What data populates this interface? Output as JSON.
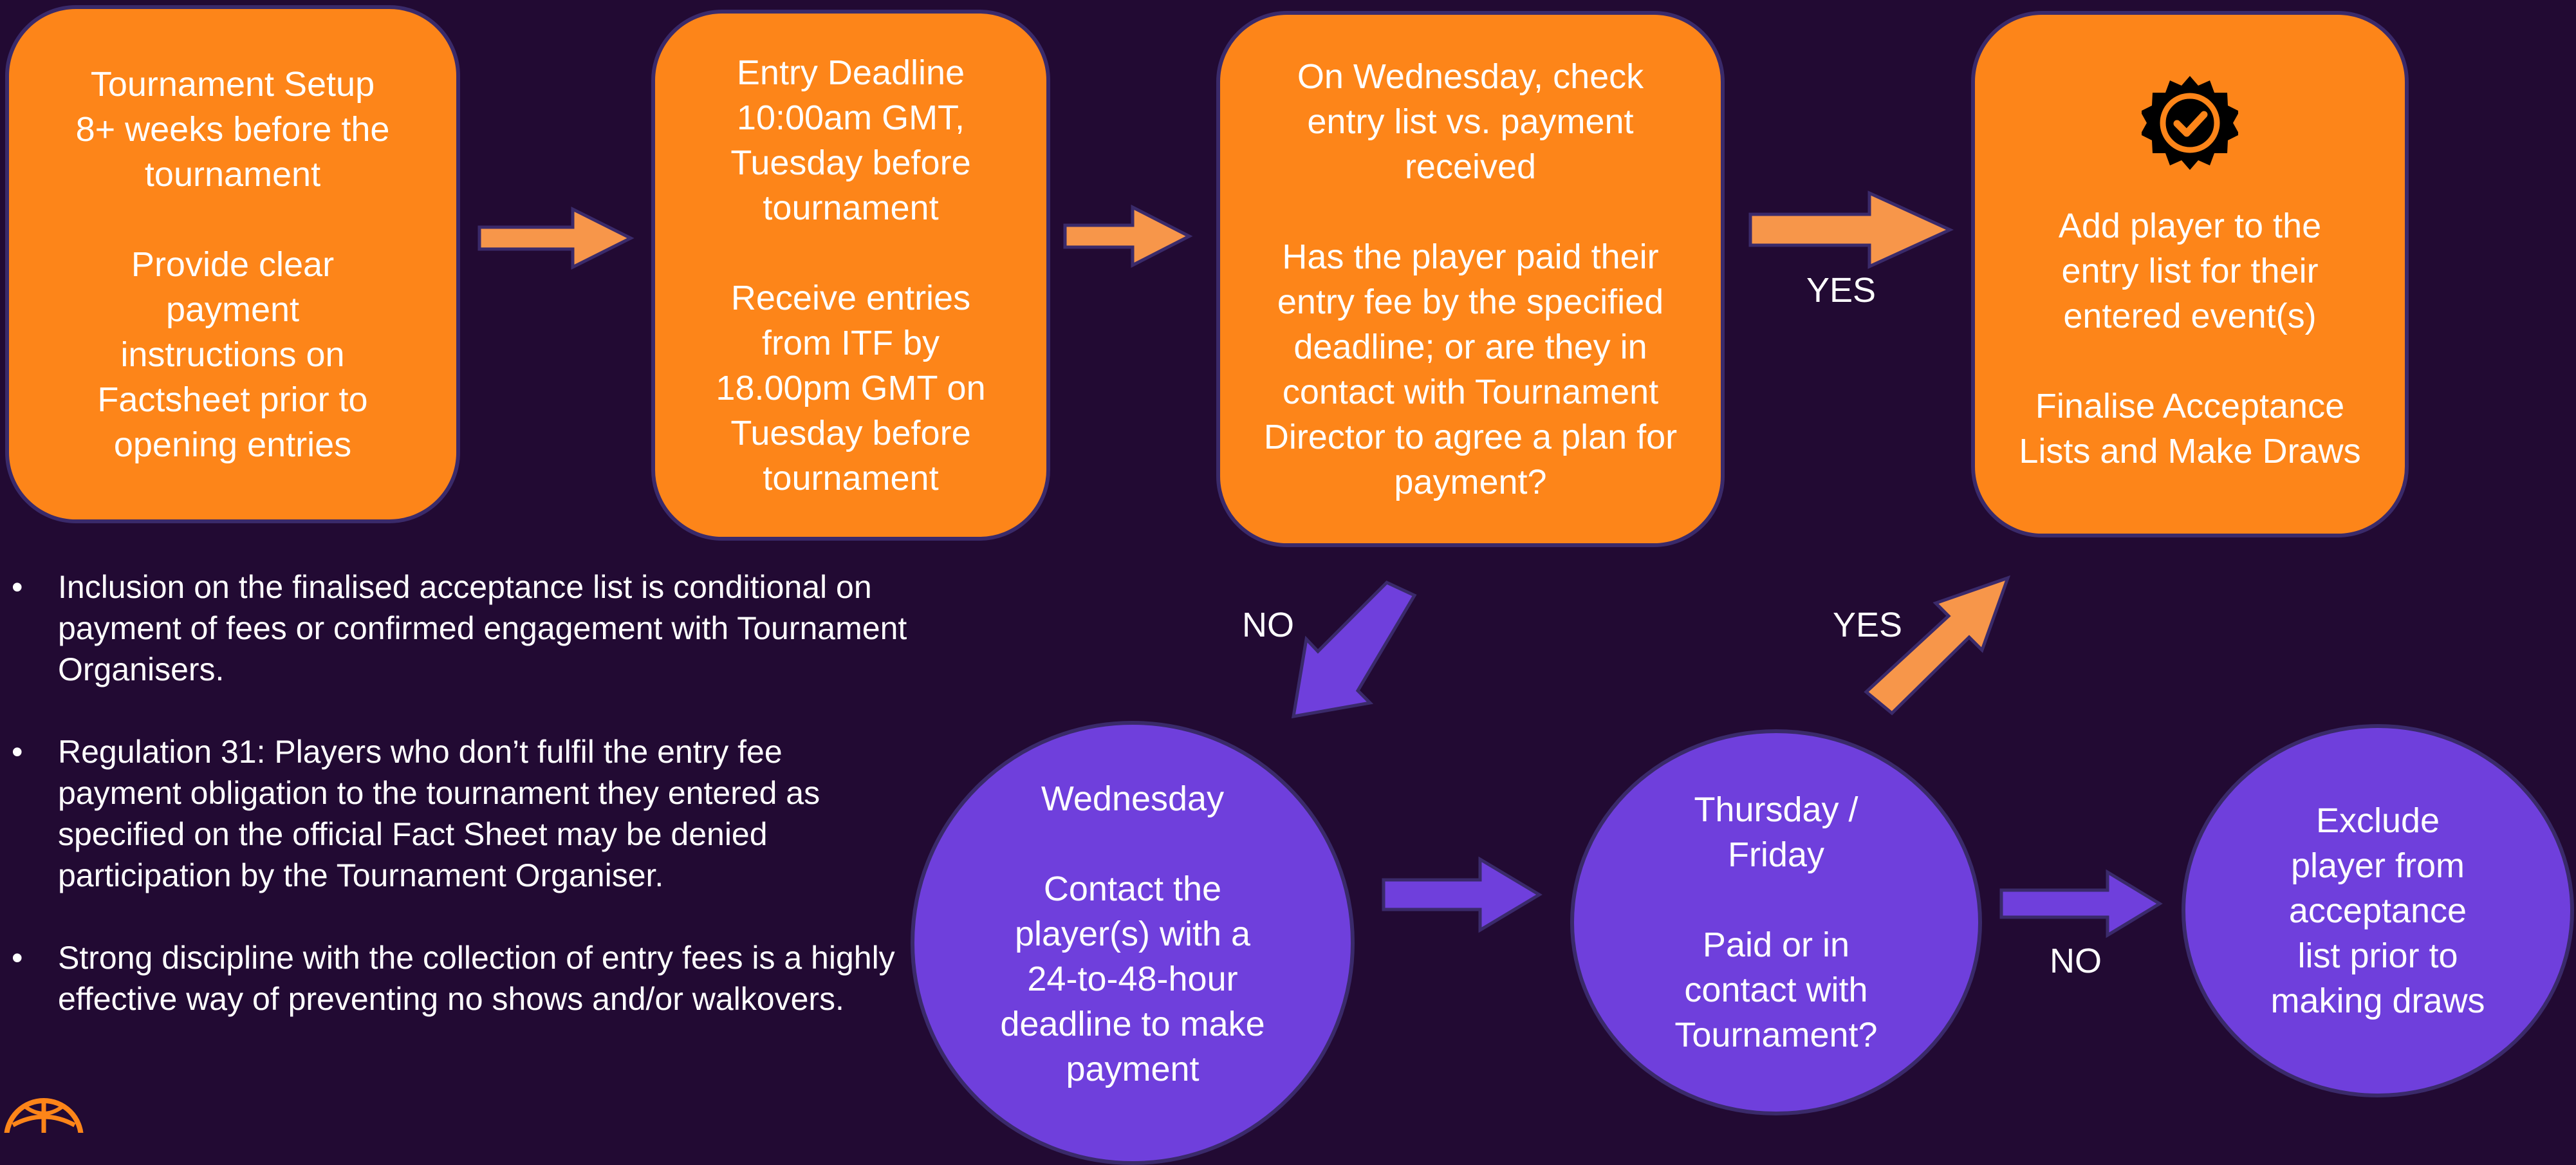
{
  "boxes": [
    {
      "id": "setup",
      "paragraphs": [
        "Tournament Setup\n8+ weeks before the\ntournament",
        "Provide clear\npayment\ninstructions on\nFactsheet prior to\nopening entries"
      ]
    },
    {
      "id": "deadline",
      "paragraphs": [
        "Entry Deadline\n10:00am GMT,\nTuesday before\ntournament",
        "Receive entries\nfrom ITF by\n18.00pm GMT on\nTuesday before\ntournament"
      ]
    },
    {
      "id": "check",
      "paragraphs": [
        "On Wednesday, check\nentry list vs. payment\nreceived",
        "Has the player paid their\nentry fee by the specified\ndeadline; or are they in\ncontact with Tournament\nDirector to agree a plan for\npayment?"
      ]
    },
    {
      "id": "add",
      "paragraphs": [
        "Add player to the\nentry list for their\nentered event(s)",
        "Finalise Acceptance\nLists and Make Draws"
      ],
      "icon": "verified-badge-icon"
    }
  ],
  "circles": [
    {
      "id": "contact",
      "paragraphs": [
        "Wednesday",
        "Contact the\nplayer(s) with a\n24-to-48-hour\ndeadline to make\npayment"
      ]
    },
    {
      "id": "thursday",
      "paragraphs": [
        "Thursday /\nFriday",
        "Paid or in\ncontact with\nTournament?"
      ]
    },
    {
      "id": "exclude",
      "paragraphs": [
        "Exclude\nplayer from\nacceptance\nlist prior  to\nmaking draws"
      ]
    }
  ],
  "labels": {
    "yes_top": "YES",
    "no_left": "NO",
    "yes_bottom": "YES",
    "no_bottom": "NO"
  },
  "notes": [
    "Inclusion on the finalised acceptance list is conditional on payment of fees or confirmed engagement with Tournament Organisers.",
    "Regulation 31: Players who don’t fulfil the entry fee payment obligation to the tournament they entered as specified on the official Fact Sheet may be denied participation by the Tournament Organiser.",
    "Strong discipline with the collection of entry fees is a highly effective way of preventing no shows and/or walkovers."
  ],
  "bullet": "•",
  "colors": {
    "background": "#220a33",
    "box_fill": "#fd8519",
    "circle_fill": "#6f3fdc",
    "orange_arrow": "#f7964a",
    "purple_arrow": "#6f3fdc"
  },
  "icons": {
    "logo": "globe-logo-icon",
    "badge": "verified-badge-icon"
  }
}
